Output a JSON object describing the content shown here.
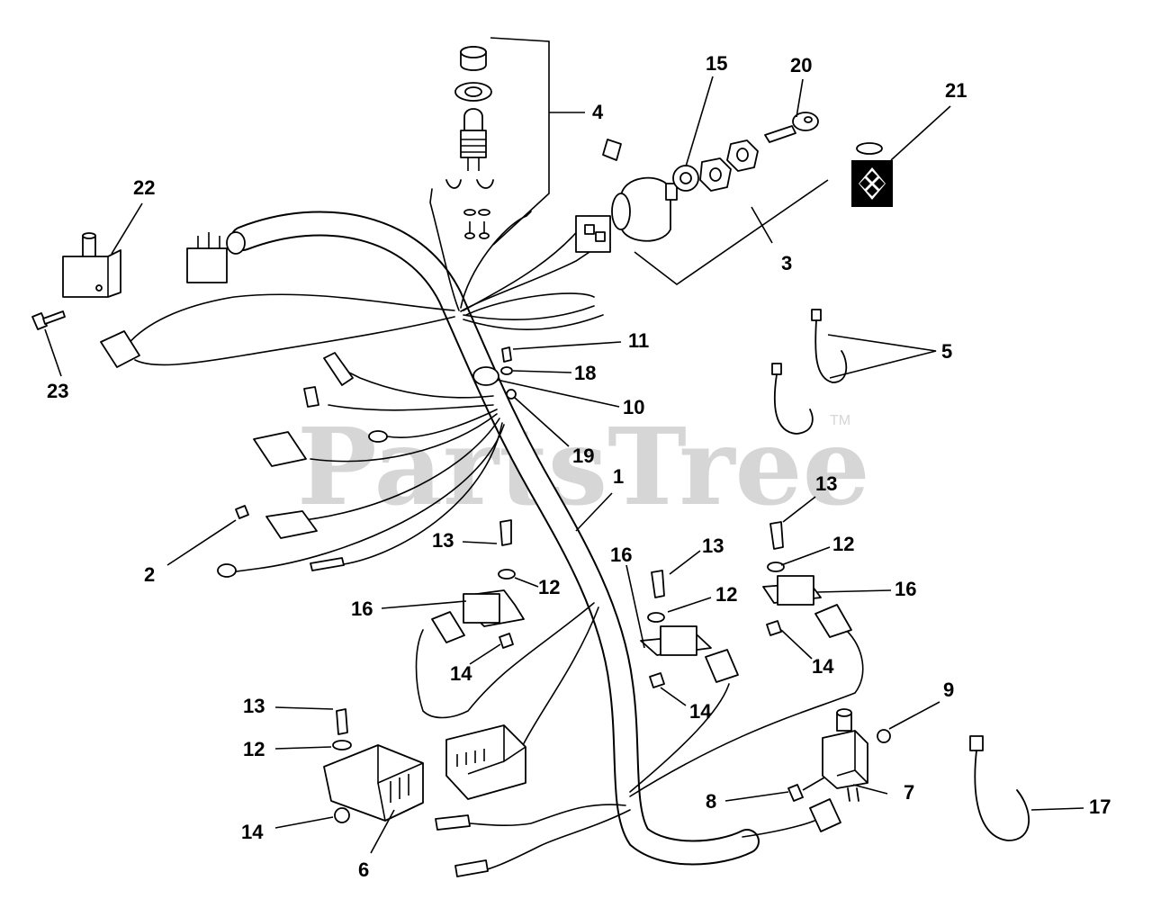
{
  "watermark": {
    "text": "PartsTree",
    "trademark": "TM"
  },
  "callouts": [
    {
      "id": "1",
      "text": "1"
    },
    {
      "id": "2",
      "text": "2"
    },
    {
      "id": "3",
      "text": "3"
    },
    {
      "id": "4",
      "text": "4"
    },
    {
      "id": "5",
      "text": "5"
    },
    {
      "id": "6",
      "text": "6"
    },
    {
      "id": "7",
      "text": "7"
    },
    {
      "id": "8",
      "text": "8"
    },
    {
      "id": "9",
      "text": "9"
    },
    {
      "id": "10",
      "text": "10"
    },
    {
      "id": "11",
      "text": "11"
    },
    {
      "id": "12",
      "text": "12"
    },
    {
      "id": "13",
      "text": "13"
    },
    {
      "id": "14",
      "text": "14"
    },
    {
      "id": "15",
      "text": "15"
    },
    {
      "id": "16",
      "text": "16"
    },
    {
      "id": "17",
      "text": "17"
    },
    {
      "id": "18",
      "text": "18"
    },
    {
      "id": "19",
      "text": "19"
    },
    {
      "id": "20",
      "text": "20"
    },
    {
      "id": "21",
      "text": "21"
    },
    {
      "id": "22",
      "text": "22"
    },
    {
      "id": "23",
      "text": "23"
    }
  ]
}
